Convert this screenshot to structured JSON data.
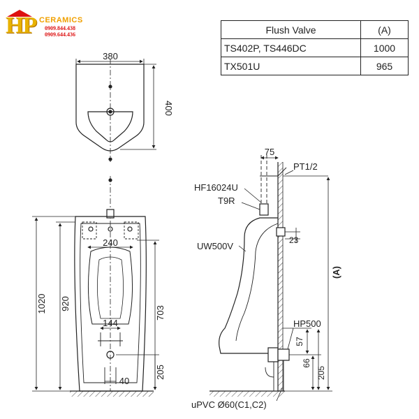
{
  "logo": {
    "mark": "HP",
    "word": "CERAMICS",
    "phone1": "0909.844.438",
    "phone2": "0909.644.436"
  },
  "table": {
    "header": [
      "Flush Valve",
      "(A)"
    ],
    "rows": [
      [
        "TS402P, TS446DC",
        "1000"
      ],
      [
        "TX501U",
        "965"
      ]
    ]
  },
  "dimensions": {
    "top_width": "380",
    "top_depth": "400",
    "front_total_height": "1020",
    "front_body_height": "920",
    "bracket_spacing": "240",
    "outlet_height": "703",
    "outlet_spacing": "144",
    "drain_height": "205",
    "drain_offset": "40",
    "side_offset": "75",
    "side_pipe_offset": "23",
    "side_outlet_57": "57",
    "side_outlet_66": "66",
    "side_drain_height": "205",
    "side_overall": "(A)"
  },
  "labels": {
    "pt": "PT1/2",
    "hf": "HF16024U",
    "t9r": "T9R",
    "model": "UW500V",
    "hp": "HP500",
    "upvc": "uPVC Ø60(C1,C2)"
  }
}
